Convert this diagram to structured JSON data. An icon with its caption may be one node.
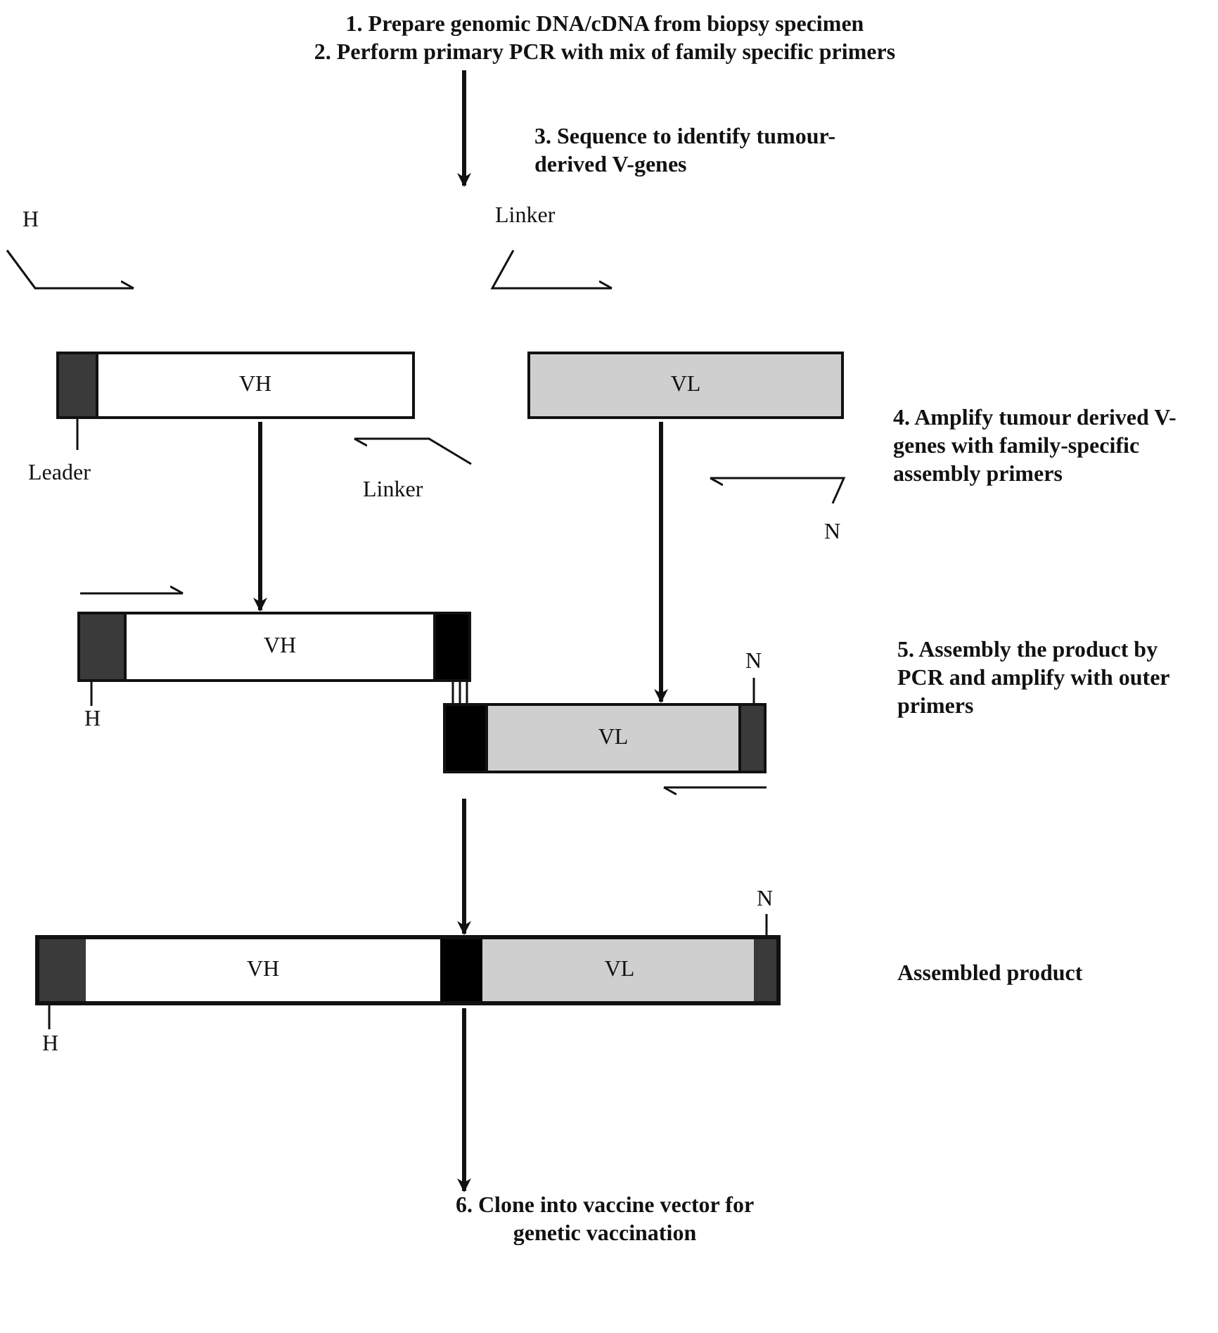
{
  "diagram": {
    "nodes": [
      {
        "text": [
          "1. Prepare genomic DNA/cDNA from biopsy specimen",
          "2. Perform primary PCR with mix of family specific primers"
        ]
      },
      {
        "text": [
          "VH"
        ]
      },
      {
        "text": [
          "VL"
        ]
      },
      {
        "text": [
          "VH"
        ]
      },
      {
        "text": [
          "VL"
        ]
      },
      {
        "text": [],
        "shape": "bar"
      },
      {
        "text": [
          "VH"
        ],
        "in": 5
      },
      {
        "text": [
          "VL"
        ],
        "in": 5
      },
      {
        "text": [
          "6. Clone into vaccine vector for genetic vaccination"
        ]
      }
    ],
    "edges": [
      {
        "from": 0,
        "to": null,
        "arrow": "to"
      },
      {
        "from": 1,
        "to": 3,
        "arrow": "to"
      },
      {
        "from": 2,
        "to": 4,
        "arrow": "to"
      },
      {
        "from": null,
        "to": 5,
        "arrow": "to"
      },
      {
        "from": 5,
        "to": 8,
        "arrow": "to"
      }
    ],
    "labels": [
      "3. Sequence to identify tumour-derived V-genes",
      "H",
      "Linker",
      "Leader",
      "Linker",
      "4. Amplify tumour derived V-genes with family-specific assembly primers",
      "N",
      "5. Assembly the product by PCR and amplify with outer primers",
      "N",
      "H",
      "N",
      "Assembled product",
      "H"
    ]
  }
}
